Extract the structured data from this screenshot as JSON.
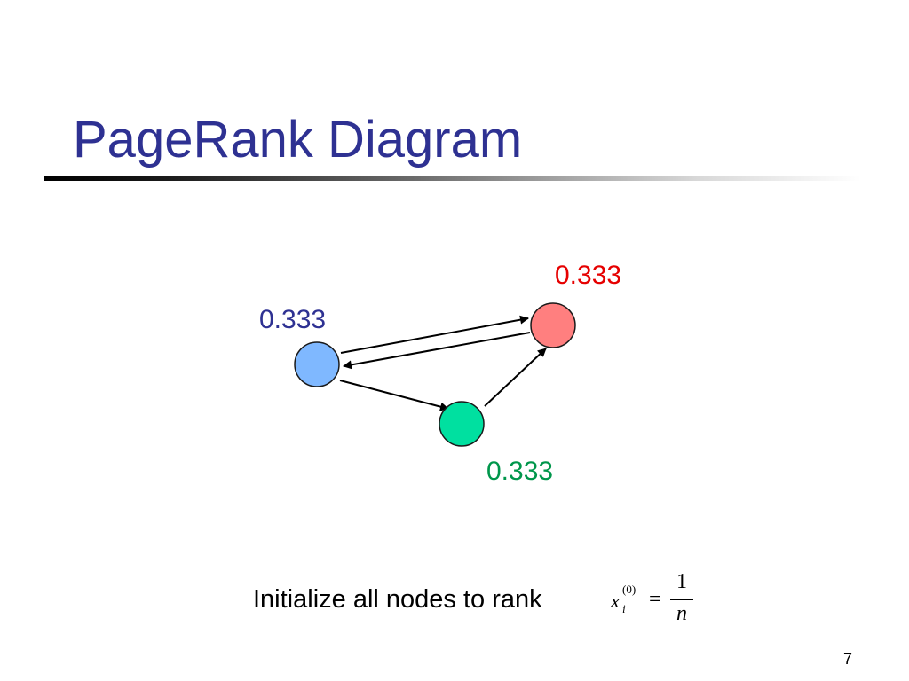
{
  "slide": {
    "title": "PageRank Diagram",
    "caption": "Initialize all nodes to rank",
    "page_number": "7"
  },
  "nodes": [
    {
      "id": "blue",
      "value": "0.333",
      "fill": "#7fb8ff",
      "label_color": "#2e3192"
    },
    {
      "id": "red",
      "value": "0.333",
      "fill": "#ff7f7f",
      "label_color": "#e60000"
    },
    {
      "id": "green",
      "value": "0.333",
      "fill": "#00e0a0",
      "label_color": "#00964b"
    }
  ],
  "edges": [
    {
      "from": "blue",
      "to": "red"
    },
    {
      "from": "red",
      "to": "blue"
    },
    {
      "from": "blue",
      "to": "green"
    },
    {
      "from": "green",
      "to": "red"
    }
  ],
  "formula": {
    "variable": "x",
    "superscript": "(0)",
    "subscript": "i",
    "equals": "=",
    "numerator": "1",
    "denominator": "n"
  },
  "colors": {
    "title": "#2e3192",
    "edge": "#000000",
    "node_stroke": "#1a1a1a"
  }
}
